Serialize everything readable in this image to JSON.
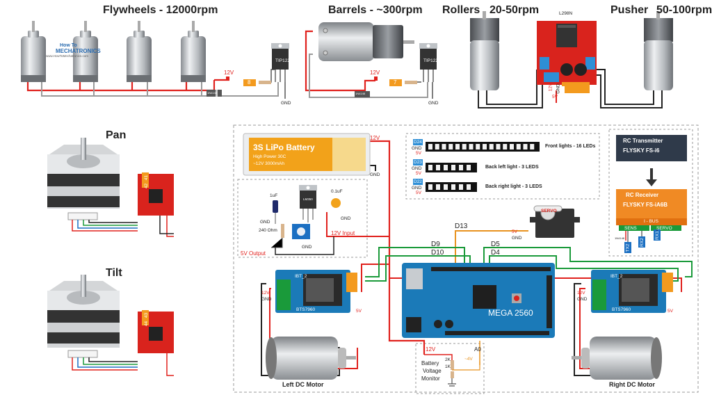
{
  "headers": {
    "flywheels": "Flywheels - 12000rpm",
    "barrels": "Barrels  - ~300rpm",
    "rollers": "Rollers",
    "rollers_rpm": "20-50rpm",
    "pusher": "Pusher",
    "pusher_rpm": "50-100rpm",
    "pan": "Pan",
    "tilt": "Tilt"
  },
  "logo": {
    "line1": "How To",
    "line2": "MECHATRONICS",
    "url": "www.HowToMechatronics.com"
  },
  "labels": {
    "v12": "12V",
    "gnd": "GND",
    "tip122": "TIP122",
    "diode": "1N4148",
    "pin8": "8",
    "pin7": "7",
    "l298n": "L298N",
    "v5": "5V",
    "d13": "D13",
    "d9": "D9",
    "d10": "D10",
    "d5": "D5",
    "d4": "D4",
    "a0": "A0",
    "mega": "MEGA 2560",
    "bts": "BTS7960",
    "ibt": "IBT_2",
    "left_motor": "Left DC Motor",
    "right_motor": "Right DC Motor",
    "servo": "SERVO",
    "battery_title": "3S LiPo Battery",
    "battery_sub1": "High Power 30C",
    "battery_sub2": "~12V  3000mAh",
    "cap1": "1uF",
    "cap2": "0.1uF",
    "lm350": "LM350",
    "r240": "240 Ohm",
    "input12": "12V Input",
    "output5": "5V Output",
    "d24": "D24",
    "d23": "D23",
    "d22": "D22",
    "front_lights": "Front lights - 16 LEDs",
    "back_left": "Back left light - 3 LEDS",
    "back_right": "Back right light - 3 LEDS",
    "rc_tx_1": "RC Transmitter",
    "rc_tx_2": "FLYSKY FS-i6",
    "rc_rx_1": "RC Receiver",
    "rc_rx_2": "FLYSKY FS-iA6B",
    "ibus": "I - BUS",
    "sens": "SENS",
    "servo_port": "SERVO",
    "tx2": "TX2",
    "rx2": "RX2",
    "rx1": "RX1",
    "bat_mon_1": "Battery",
    "bat_mon_2": "Voltage",
    "bat_mon_3": "Monitor",
    "r2k": "2K",
    "r1k": "1K",
    "approx4v": "~4V",
    "p41": "41",
    "p42": "42",
    "p43": "43",
    "p44": "44"
  },
  "colors": {
    "wire_red": "#e0201c",
    "wire_green": "#1a9a3a",
    "wire_orange": "#e8921e",
    "wire_black": "#222222",
    "wire_blue": "#1b6fc2",
    "pin_orange": "#f39a1e",
    "pin_blue": "#2e8fd6",
    "board_red": "#d9231d",
    "arduino_blue": "#1b7ab8",
    "lipo_orange": "#f2a21a",
    "rc_orange": "#f08a24",
    "rc_dark": "#2f3a4a"
  }
}
